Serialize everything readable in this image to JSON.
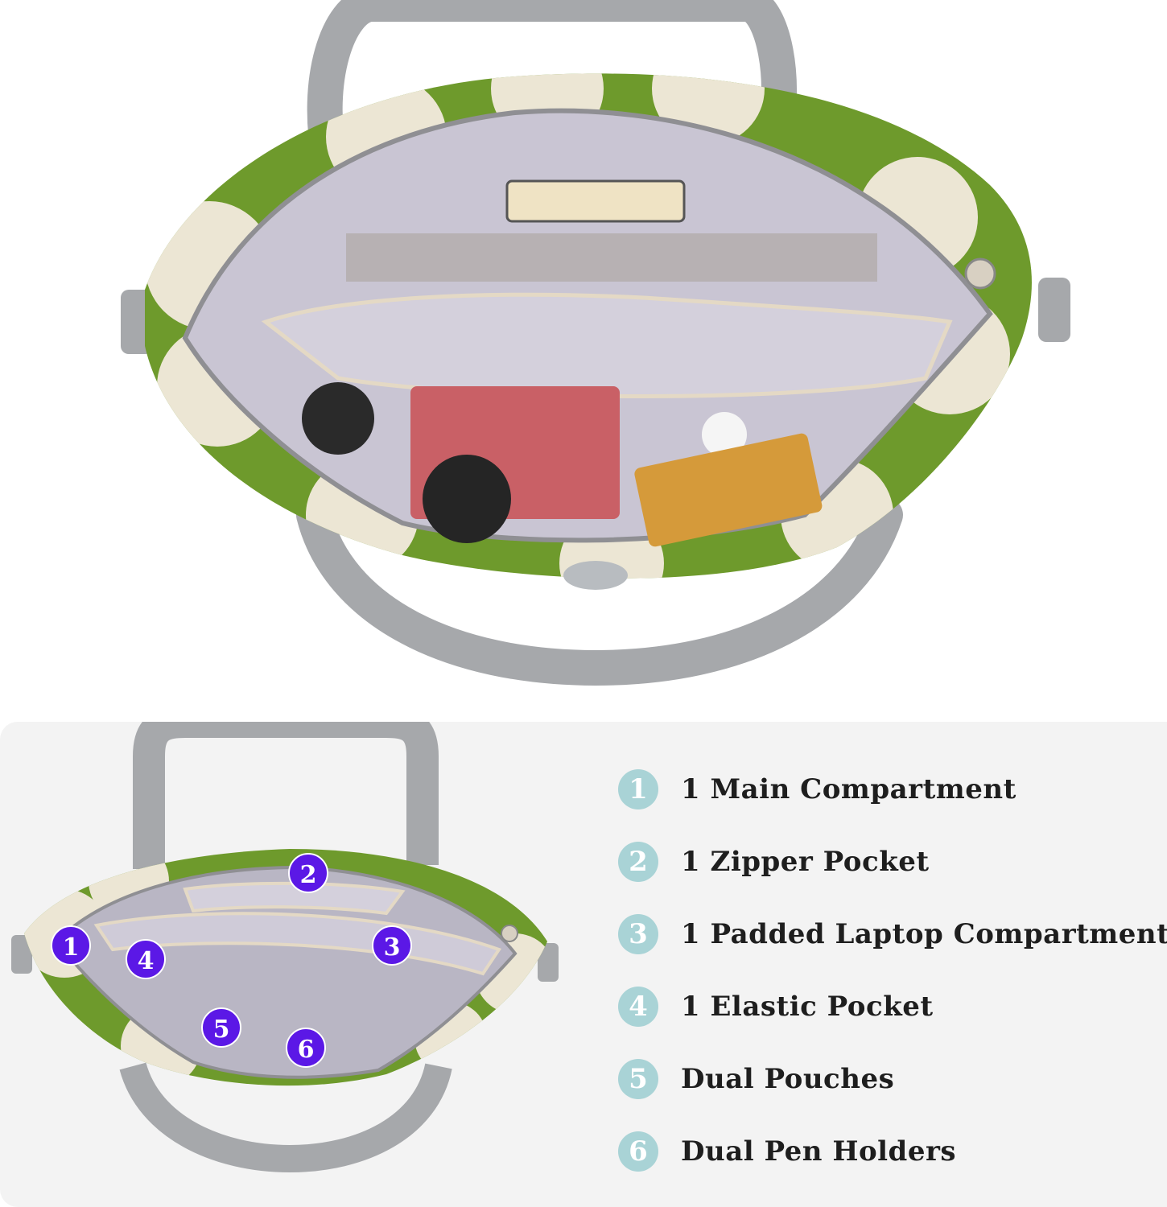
{
  "colors": {
    "bag_green": "#6e9a2c",
    "dot_cream": "#ece6d4",
    "strap_grey": "#a6a8ab",
    "lining_lavender": "#c9c5d3",
    "marker_purple": "#5b18e6",
    "number_teal": "#a9d3d6",
    "panel_bg": "#f3f3f3"
  },
  "markers": [
    "1",
    "2",
    "3",
    "4",
    "5",
    "6"
  ],
  "features": [
    {
      "number": "1",
      "label": "1 Main Compartment"
    },
    {
      "number": "2",
      "label": "1 Zipper Pocket"
    },
    {
      "number": "3",
      "label": "1 Padded Laptop Compartment"
    },
    {
      "number": "4",
      "label": "1 Elastic Pocket"
    },
    {
      "number": "5",
      "label": "Dual Pouches"
    },
    {
      "number": "6",
      "label": "Dual Pen Holders"
    }
  ]
}
